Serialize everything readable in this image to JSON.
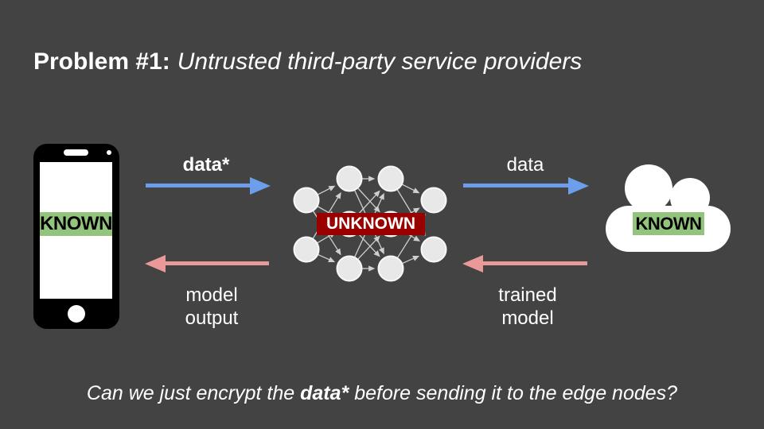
{
  "colors": {
    "background": "#434343",
    "arrow_blue": "#6d9eeb",
    "arrow_pink": "#ea9999",
    "known_green": "#93c47d",
    "unknown_red": "#990000",
    "node_gray": "#e8e8e8"
  },
  "title": {
    "prefix": "Problem #1:",
    "rest": "Untrusted third-party service providers"
  },
  "diagram": {
    "phone": {
      "label": "KNOWN"
    },
    "network": {
      "label": "UNKNOWN",
      "layers": [
        2,
        3,
        3,
        2
      ]
    },
    "cloud": {
      "label": "KNOWN"
    },
    "arrows": {
      "top_left": {
        "label": "data*"
      },
      "top_right": {
        "label": "data"
      },
      "bottom_left": {
        "lines": [
          "model",
          "output"
        ]
      },
      "bottom_right": {
        "lines": [
          "trained",
          "model"
        ]
      }
    }
  },
  "caption": {
    "before": "Can we just encrypt the ",
    "emphasis": "data*",
    "after": " before sending it to the edge nodes?"
  }
}
